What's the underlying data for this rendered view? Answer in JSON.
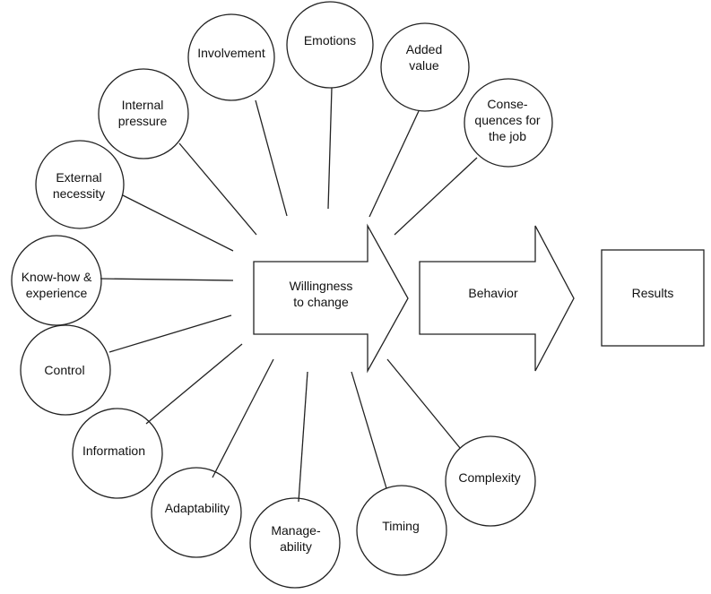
{
  "factors": [
    {
      "id": "emotions",
      "label": "Emotions"
    },
    {
      "id": "involvement",
      "label": "Involvement"
    },
    {
      "id": "added-value",
      "label": "Added\nvalue"
    },
    {
      "id": "internal-pressure",
      "label": "Internal\npressure"
    },
    {
      "id": "consequences",
      "label": "Conse-\nquences for\nthe job"
    },
    {
      "id": "external-necessity",
      "label": "External\nnecessity"
    },
    {
      "id": "know-how",
      "label": "Know-how &\nexperience"
    },
    {
      "id": "control",
      "label": "Control"
    },
    {
      "id": "information",
      "label": "Information"
    },
    {
      "id": "adaptability",
      "label": "Adaptability"
    },
    {
      "id": "manageability",
      "label": "Manage-\nability"
    },
    {
      "id": "timing",
      "label": "Timing"
    },
    {
      "id": "complexity",
      "label": "Complexity"
    }
  ],
  "flow": {
    "willingness": "Willingness\nto change",
    "behavior": "Behavior",
    "results": "Results"
  }
}
